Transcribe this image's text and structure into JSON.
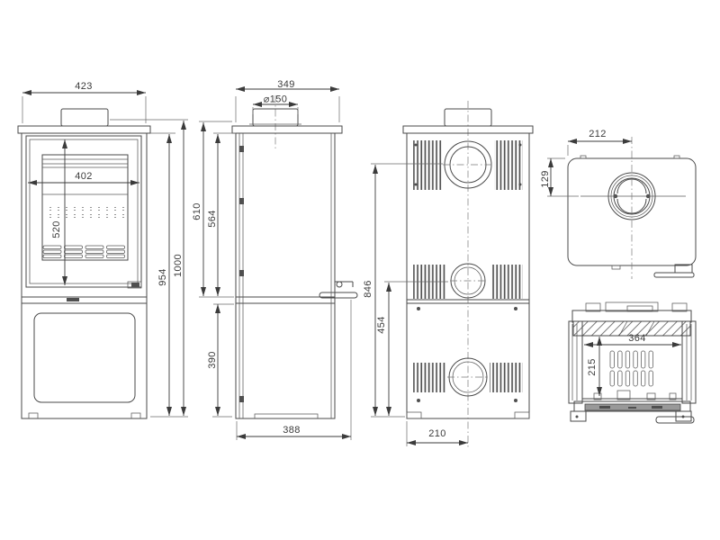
{
  "colors": {
    "line": "#4a4a4a",
    "dim_text": "#3b3b3b",
    "background": "#ffffff"
  },
  "dims": {
    "front_width": "423",
    "front_glass_width": "402",
    "front_glass_height": "520",
    "front_body_height": "954",
    "front_total_height": "1000",
    "side_depth_top": "349",
    "side_flue_diameter": "⌀150",
    "side_flue_height": "610",
    "side_door_height": "564",
    "side_base_height": "390",
    "side_depth_overall": "388",
    "rear_flue_center_height": "846",
    "rear_lower_outlet_height": "454",
    "rear_flue_center_offset": "210",
    "top_flue_offset_x": "212",
    "top_flue_offset_y": "129",
    "firebox_width": "364",
    "firebox_height": "215"
  }
}
